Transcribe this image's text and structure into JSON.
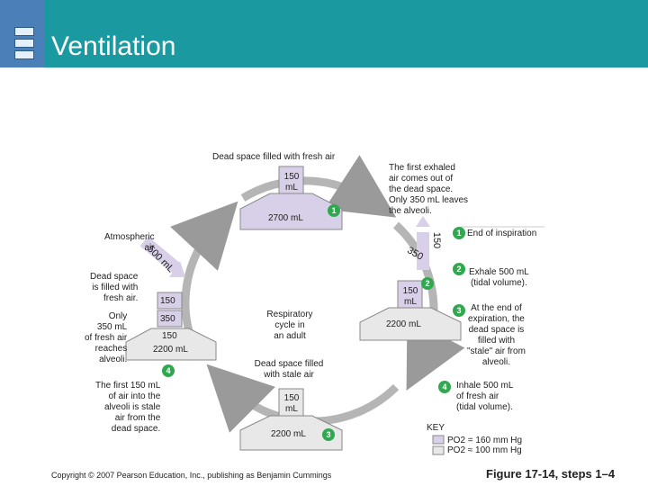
{
  "header": {
    "title": "Ventilation"
  },
  "top": {
    "label": "Dead space filled with fresh air",
    "dead_space": "150\nmL",
    "alveoli": "2700 mL",
    "step_num": "1"
  },
  "right": {
    "first_exhaled": "The first exhaled\nair comes out of\nthe dead space.\nOnly 350 mL leaves\nthe alveoli.",
    "arrow_150": "150",
    "arrow_350": "350",
    "dead_space": "150\nmL",
    "alveoli": "2200 mL",
    "step_num": "2"
  },
  "left": {
    "atmospheric": "Atmospheric\nair",
    "arrow_label": "500 mL",
    "dead_space_fresh": "Dead space\nis filled with\nfresh air.",
    "only_350": "Only\n350 mL\nof fresh air\nreaches\nalveoli.",
    "box_150": "150",
    "box_350": "350",
    "box_150b": "150",
    "box_alveoli": "2200 mL",
    "step_num": "4",
    "first_150": "The first 150 mL\nof air into the\nalveoli is stale\nair from the\ndead space."
  },
  "center": {
    "cycle": "Respiratory\ncycle in\nan adult"
  },
  "bottom": {
    "label": "Dead space filled\nwith stale air",
    "dead_space": "150\nmL",
    "alveoli": "2200 mL",
    "step_num": "3"
  },
  "steps": [
    {
      "num": "1",
      "text": "End of inspiration"
    },
    {
      "num": "2",
      "text": "Exhale 500 mL\n(tidal volume)."
    },
    {
      "num": "3",
      "text": "At the end of\nexpiration, the\ndead space is\nfilled with\n\"stale\" air from\nalveoli."
    },
    {
      "num": "4",
      "text": "Inhale 500 mL\nof fresh air\n(tidal volume)."
    }
  ],
  "key": {
    "title": "KEY",
    "po2_high": "PO2 = 160 mm Hg",
    "po2_low": "PO2 ≈ 100 mm Hg",
    "color_high": "#d8cfe8",
    "color_low": "#e8e8e8"
  },
  "footer": {
    "copyright": "Copyright © 2007 Pearson Education, Inc., publishing as Benjamin Cummings",
    "figure": "Figure 17-14, steps 1–4"
  },
  "colors": {
    "header": "#1a9aa0",
    "sidebar": "#4a7fb8",
    "step": "#2fa84f",
    "fresh": "#d8cfe8",
    "stale": "#e8e8e8"
  }
}
